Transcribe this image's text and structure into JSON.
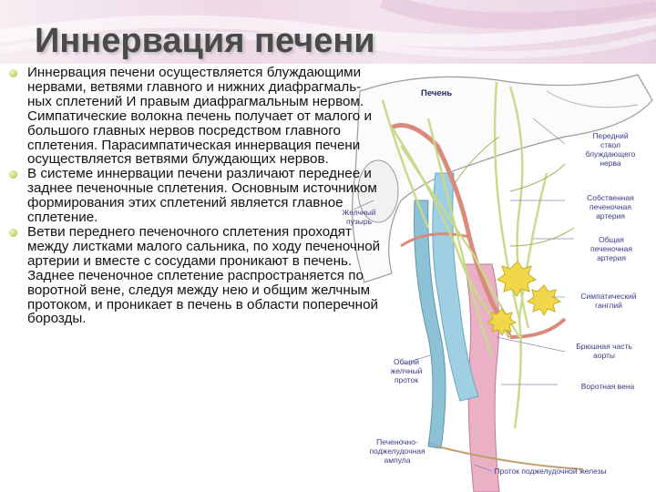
{
  "slide": {
    "title": "Иннервация печени",
    "bullets": [
      "Иннервация печени осуществляется блуждающими нервами, ветвями главного и нижних диафрагмаль-ных сплетений И правым диафрагмальным нервом. Симпатические волокна печень получает от малого и большого главных нервов посредством главного сплетения. Парасимпатическая иннервация печени осуществляется ветвями блуждающих нервов.",
      "В системе иннервации печени различают переднее и заднее печеночные сплетения. Основным источником формирования этих сплетений является главное сплетение.",
      " Ветви переднего печеночного сплетения проходят между листками малого сальника, по ходу печеночной артерии и вместе с сосудами проникают в печень. Заднее печеночное сплетение распространяется по воротной вене, следуя между нею и общим желчным протоком, и проникает в печень в области поперечной борозды."
    ]
  },
  "figure": {
    "labels": {
      "liver": "Печень",
      "vagus_anterior_trunk": "Передний\nствол\nблуждающего\nнерва",
      "proper_hepatic_artery": "Собственная\nпеченочная\nартерия",
      "common_hepatic_artery": "Общая\nпеченочная\nартерия",
      "sympathetic_ganglion": "Симпатический\nганглий",
      "gallbladder": "Желчный\nпузырь",
      "common_bile_duct": "Общий желчный\nпроток",
      "abdominal_aorta": "Брюшная часть\nаорты",
      "portal_vein": "Воротная вена",
      "hepatopancreatic_ampulla": "Печеночно-\nподжелудочная\nампула",
      "pancreatic_duct": "Проток поджелудочной железы"
    }
  },
  "colors": {
    "bullet": "#b8d25a",
    "nerve": "#c9d98a",
    "artery": "#d98a7a",
    "vein": "#8fc6dc",
    "ganglion": "#f0d84a",
    "aorta": "#e7a6bf"
  }
}
